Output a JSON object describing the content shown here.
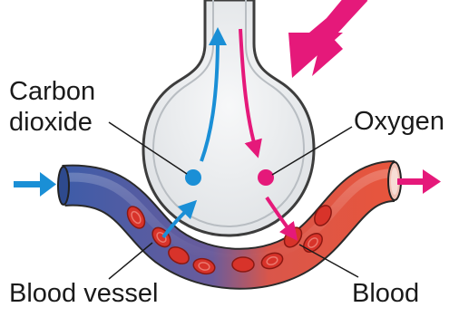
{
  "labels": {
    "carbon_dioxide_line1": "Carbon",
    "carbon_dioxide_line2": "dioxide",
    "oxygen": "Oxygen",
    "blood_vessel": "Blood vessel",
    "blood": "Blood"
  },
  "colors": {
    "carbon_dioxide": "#1a8fd6",
    "oxygen": "#e5197a",
    "vessel_blue": "#3f5fa8",
    "vessel_red": "#e0503a",
    "red_cell": "#d8332a",
    "alveolus_fill": "#e6e8ea",
    "alveolus_outline": "#4a4a4a"
  },
  "icons": {
    "big_arrow": "large-magenta-arrow-icon",
    "inflow_arrow": "blue-right-arrow-icon",
    "outflow_arrow": "magenta-right-arrow-icon"
  }
}
